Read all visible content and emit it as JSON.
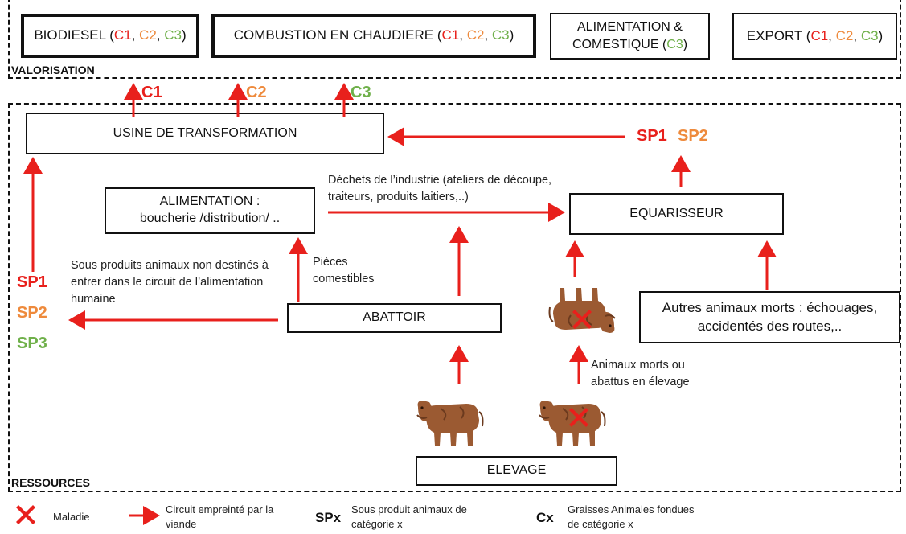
{
  "valorisation": {
    "label": "VALORISATION",
    "biodiesel": {
      "text": "BIODIESEL (",
      "c1": "C1",
      "c2": "C2",
      "c3": "C3",
      "close": ")",
      "sep": ", "
    },
    "combustion": {
      "text": "COMBUSTION EN CHAUDIERE (",
      "c1": "C1",
      "c2": "C2",
      "c3": "C3",
      "close": ")",
      "sep": ", "
    },
    "alimentation": {
      "line1": "ALIMENTATION &",
      "line2": "COMESTIQUE (",
      "c3": "C3",
      "close": ")"
    },
    "export": {
      "text": "EXPORT (",
      "c1": "C1",
      "c2": "C2",
      "c3": "C3",
      "close": ")",
      "sep": ", "
    }
  },
  "flows_up": {
    "c1": "C1",
    "c2": "C2",
    "c3": "C3"
  },
  "ressources": {
    "label": "RESSOURCES",
    "usine": "USINE DE TRANSFORMATION",
    "sp_usine": {
      "sp1": "SP1",
      "sp2": "SP2"
    },
    "alimentation_box": {
      "line1": "ALIMENTATION :",
      "line2": "boucherie /distribution/ .."
    },
    "dechets_label": "Déchets de l’industrie (ateliers de découpe, traiteurs, produits laitiers,..)",
    "equarisseur": "EQUARISSEUR",
    "pieces_label": "Pièces comestibles",
    "sous_produits_label": "Sous produits animaux  non destinés à entrer dans le circuit de l’alimentation humaine",
    "sp_left": {
      "sp1": "SP1",
      "sp2": "SP2",
      "sp3": "SP3"
    },
    "abattoir": "ABATTOIR",
    "autres_animaux": {
      "line1": "Autres animaux morts : échouages,",
      "line2": "accidentés des routes,.."
    },
    "animaux_morts_label": "Animaux morts ou abattus en élevage",
    "elevage": "ELEVAGE"
  },
  "legend": {
    "maladie": "Maladie",
    "circuit": "Circuit empreinté par la viande",
    "spx_key": "SPx",
    "spx_text": "Sous produit animaux de catégorie x",
    "cx_key": "Cx",
    "cx_text": "Graisses Animales fondues de catégorie x"
  },
  "colors": {
    "red": "#e8201c",
    "orange": "#ee8a3c",
    "green": "#6fb04a",
    "cow": "#9b5a32",
    "cow_dark": "#6b3a1e"
  },
  "icons": [
    "cow-icon",
    "sick-cow-icon",
    "dead-cow-icon",
    "red-x-icon",
    "red-arrow-icon"
  ]
}
